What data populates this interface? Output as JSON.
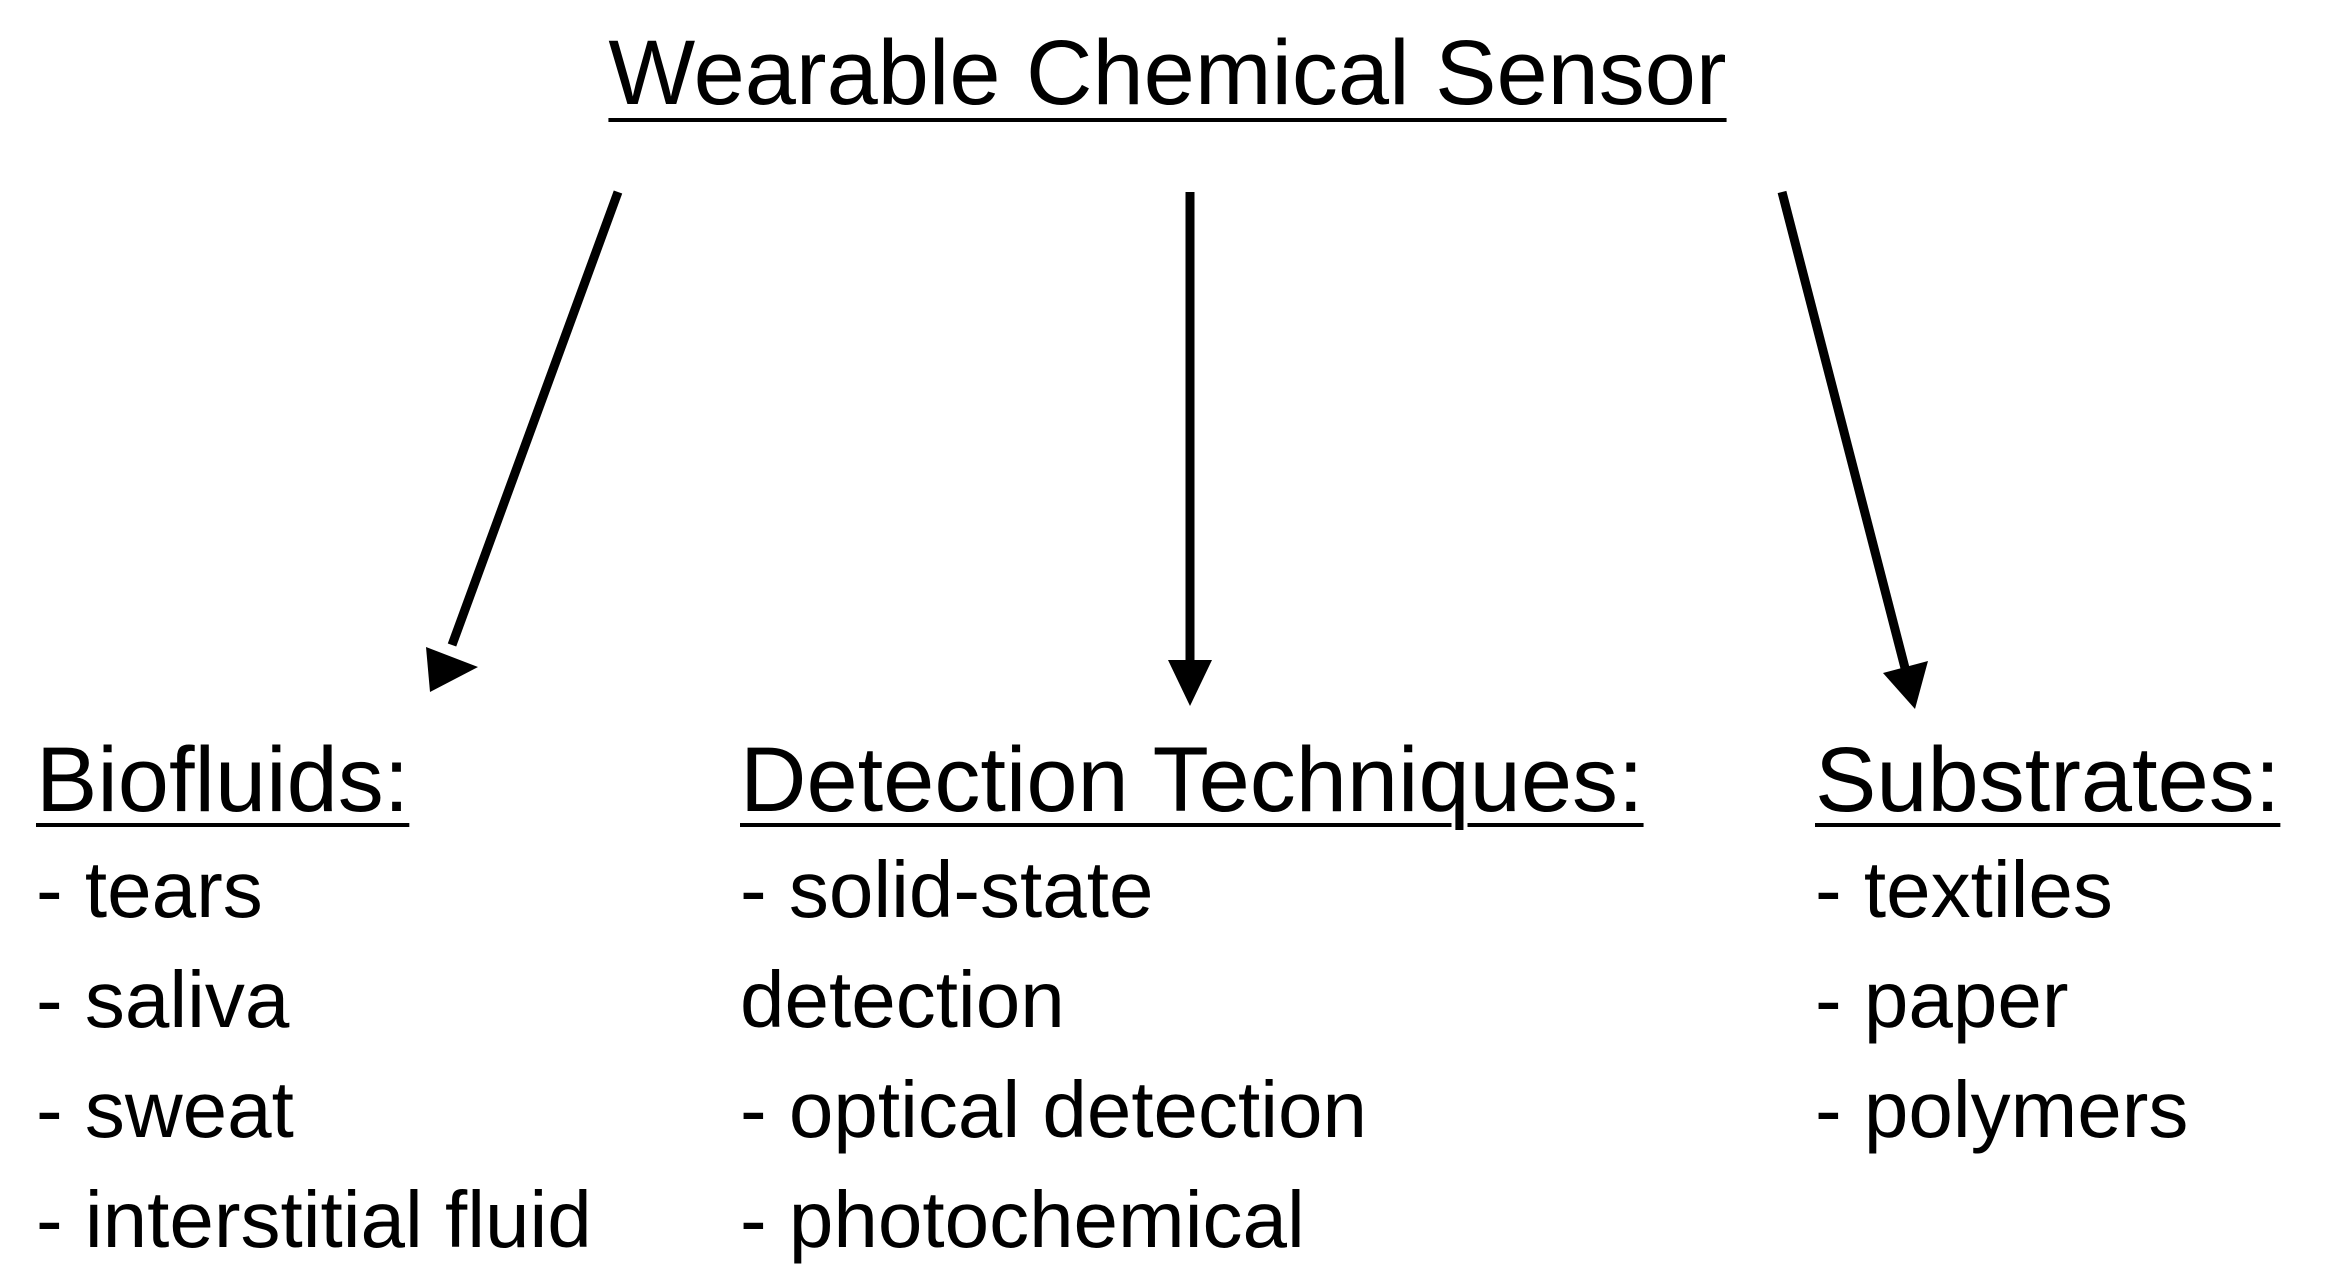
{
  "title": "Wearable Chemical Sensor",
  "columns": [
    {
      "heading": "Biofluids:",
      "items": [
        "- tears",
        "- saliva",
        "- sweat",
        "- interstitial fluid"
      ]
    },
    {
      "heading": "Detection Techniques:",
      "items": [
        "- solid-state",
        "detection",
        "- optical detection",
        "- photochemical"
      ]
    },
    {
      "heading": "Substrates:",
      "items": [
        "- textiles",
        "- paper",
        "- polymers"
      ]
    }
  ]
}
